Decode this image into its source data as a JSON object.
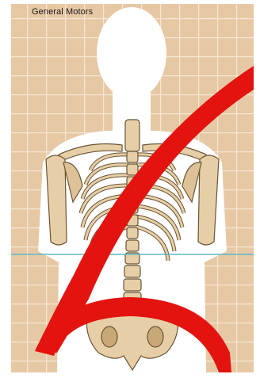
{
  "credit": "General Motors",
  "colors": {
    "grid_background": "#e7c8a4",
    "grid_lines": "#f6e6d2",
    "body_silhouette": "#ffffff",
    "bone": "#e6cfa6",
    "bone_outline": "#6b5335",
    "seatbelt": "#e3140f",
    "reference_line": "#5bb8cc"
  },
  "icons": [
    "seatbelt-shoulder-strap",
    "seatbelt-lap-strap",
    "skeleton-torso"
  ]
}
